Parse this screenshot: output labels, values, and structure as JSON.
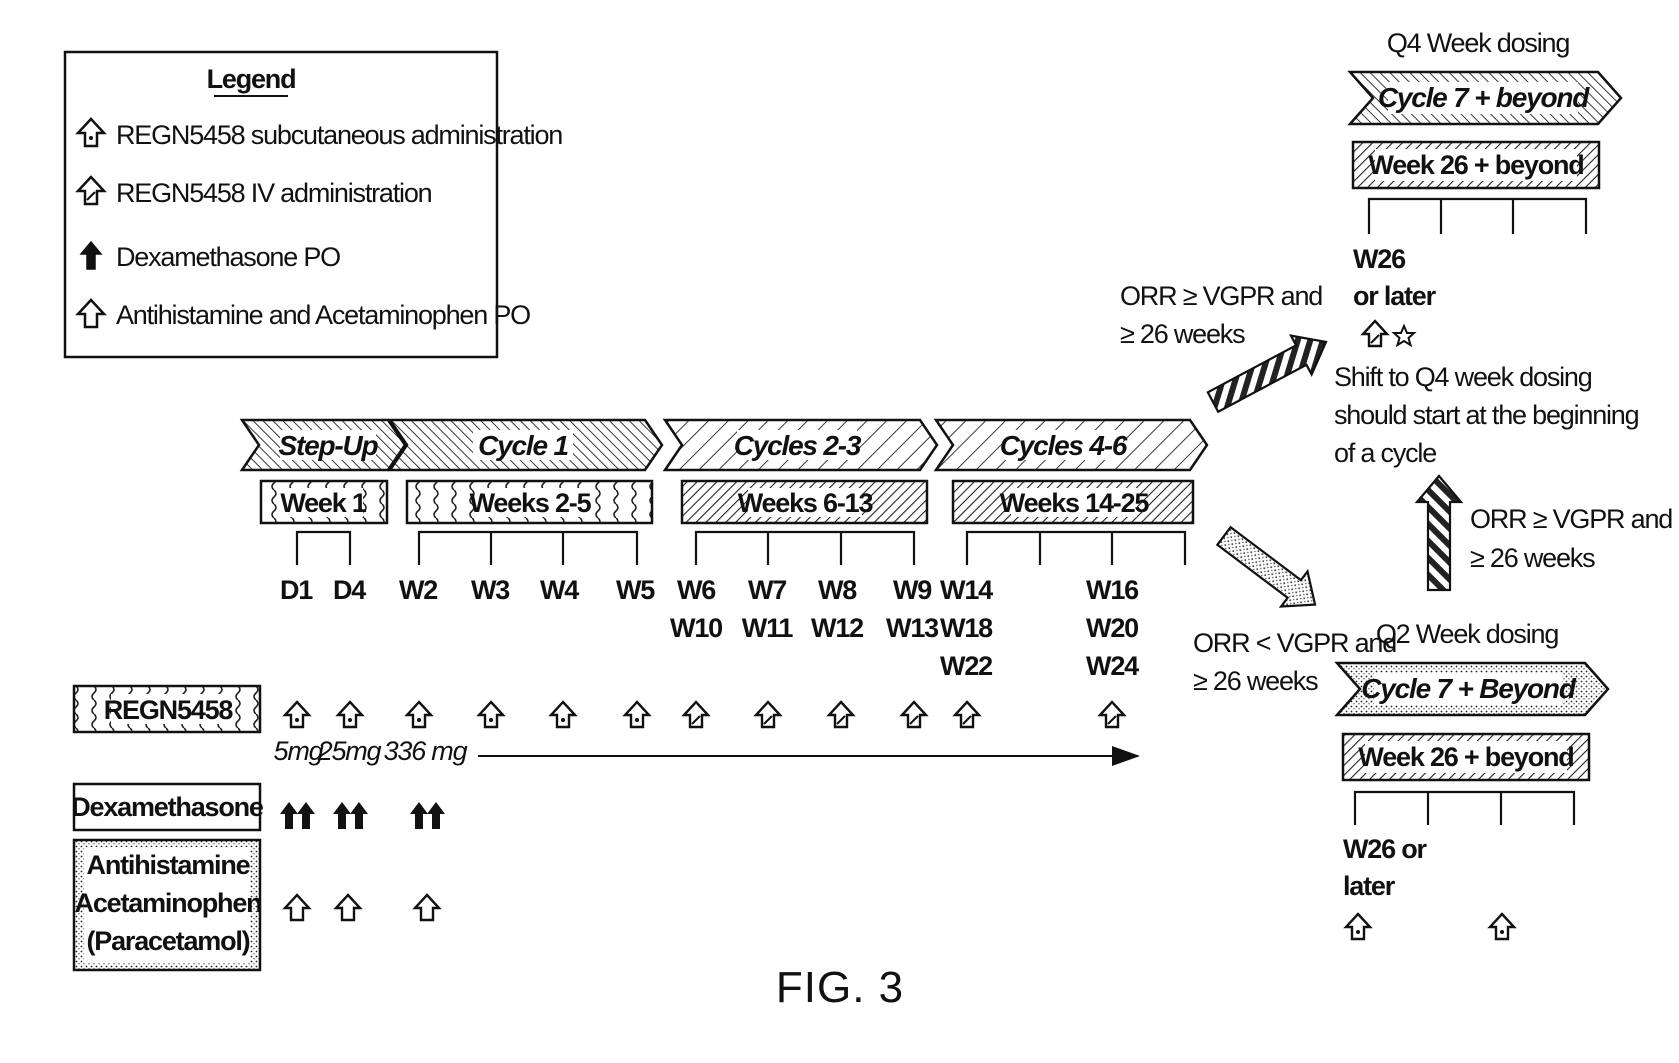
{
  "legend": {
    "title": "Legend",
    "items": [
      {
        "icon": "open-arrow-dotted-icon",
        "label": "REGN5458 subcutaneous administration"
      },
      {
        "icon": "open-arrow-hatched-icon",
        "label": "REGN5458 IV administration"
      },
      {
        "icon": "solid-arrow-icon",
        "label": "Dexamethasone PO"
      },
      {
        "icon": "open-arrow-icon",
        "label": "Antihistamine and Acetaminophen PO"
      }
    ]
  },
  "phases": [
    {
      "header": "Step-Up",
      "week": "Week 1"
    },
    {
      "header": "Cycle 1",
      "week": "Weeks 2-5"
    },
    {
      "header": "Cycles 2-3",
      "week": "Weeks 6-13"
    },
    {
      "header": "Cycles 4-6",
      "week": "Weeks 14-25"
    }
  ],
  "timepoints": {
    "step_up": [
      "D1",
      "D4"
    ],
    "cycle1": [
      "W2",
      "W3",
      "W4",
      "W5"
    ],
    "cycles2_3": [
      "W6\nW10",
      "W7\nW11",
      "W8\nW12",
      "W9\nW13"
    ],
    "cycles4_6": [
      "W14\nW18\nW22",
      "W16\nW20\nW24"
    ]
  },
  "rows": {
    "regn": "REGN5458",
    "dex": "Dexamethasone",
    "anti": [
      "Antihistamine",
      "Acetaminophen",
      "(Paracetamol)"
    ]
  },
  "doses": [
    "5mg",
    "25mg",
    "336 mg"
  ],
  "q4": {
    "title": "Q4 Week dosing",
    "cycle": "Cycle 7 + beyond",
    "week": "Week 26 + beyond",
    "time": [
      "W26",
      "or later"
    ]
  },
  "q2": {
    "title": "Q2 Week dosing",
    "cycle": "Cycle 7 + Beyond",
    "week": "Week 26 + beyond",
    "time": [
      "W26 or",
      "later"
    ]
  },
  "arrows": {
    "up": [
      "ORR ≥ VGPR and",
      "≥ 26 weeks"
    ],
    "down": [
      "ORR < VGPR and",
      "≥ 26 weeks"
    ],
    "side": [
      "ORR ≥ VGPR and",
      "≥ 26 weeks"
    ]
  },
  "shift_note": [
    "Shift to Q4 week dosing",
    "should start at the beginning",
    "of a cycle"
  ],
  "figure_label": "FIG. 3"
}
